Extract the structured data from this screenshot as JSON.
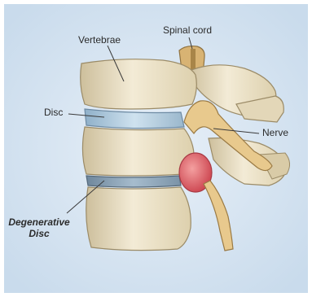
{
  "labels": {
    "spinal_cord": "Spinal cord",
    "vertebrae": "Vertebrae",
    "disc": "Disc",
    "nerve": "Nerve",
    "degenerative_disc_line1": "Degenerative",
    "degenerative_disc_line2": "Disc"
  },
  "colors": {
    "background": "#dde9f4",
    "bone": "#efe6cf",
    "bone_shadow": "#b9aa86",
    "disc": "#b9d3e6",
    "degenerative_disc": "#93a9bd",
    "nerve": "#e6c48a",
    "herniation": "#e15f64"
  }
}
